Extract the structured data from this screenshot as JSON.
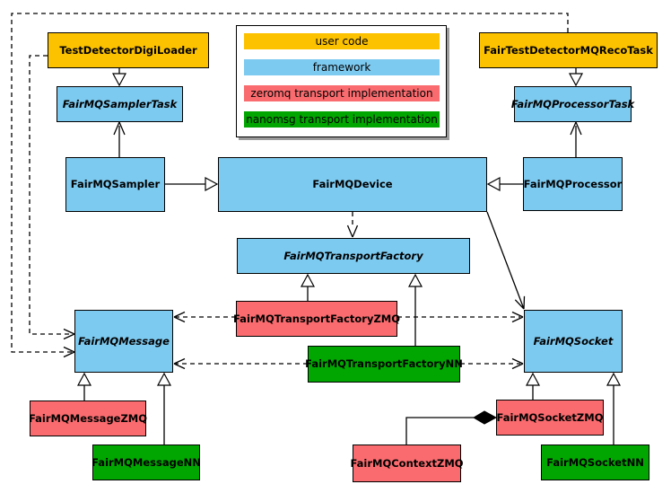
{
  "colors": {
    "user_code": "#FCC200",
    "framework": "#7DCAF0",
    "zeromq": "#F96B6E",
    "nanomsg": "#01A601"
  },
  "legend": {
    "items": [
      {
        "label": "user code",
        "color": "#FCC200"
      },
      {
        "label": "framework",
        "color": "#7DCAF0"
      },
      {
        "label": "zeromq transport implementation",
        "color": "#F96B6E"
      },
      {
        "label": "nanomsg transport implementation",
        "color": "#01A601"
      }
    ]
  },
  "nodes": {
    "digiLoader": {
      "label": "TestDetectorDigiLoader",
      "category": "user code"
    },
    "recoTask": {
      "label": "FairTestDetectorMQRecoTask",
      "category": "user code"
    },
    "samplerTask": {
      "label": "FairMQSamplerTask",
      "category": "framework",
      "abstract": true
    },
    "processorTask": {
      "label": "FairMQProcessorTask",
      "category": "framework",
      "abstract": true
    },
    "sampler": {
      "label": "FairMQSampler",
      "category": "framework"
    },
    "device": {
      "label": "FairMQDevice",
      "category": "framework"
    },
    "processor": {
      "label": "FairMQProcessor",
      "category": "framework"
    },
    "transportFactory": {
      "label": "FairMQTransportFactory",
      "category": "framework",
      "abstract": true
    },
    "transportFactoryZMQ": {
      "label": "FairMQTransportFactoryZMQ",
      "category": "zeromq"
    },
    "transportFactoryNN": {
      "label": "FairMQTransportFactoryNN",
      "category": "nanomsg"
    },
    "message": {
      "label": "FairMQMessage",
      "category": "framework",
      "abstract": true
    },
    "socket": {
      "label": "FairMQSocket",
      "category": "framework",
      "abstract": true
    },
    "messageZMQ": {
      "label": "FairMQMessageZMQ",
      "category": "zeromq"
    },
    "messageNN": {
      "label": "FairMQMessageNN",
      "category": "nanomsg"
    },
    "socketZMQ": {
      "label": "FairMQSocketZMQ",
      "category": "zeromq"
    },
    "socketNN": {
      "label": "FairMQSocketNN",
      "category": "nanomsg"
    },
    "contextZMQ": {
      "label": "FairMQContextZMQ",
      "category": "zeromq"
    }
  },
  "relationships": [
    {
      "from": "TestDetectorDigiLoader",
      "to": "FairMQSamplerTask",
      "type": "inheritance"
    },
    {
      "from": "FairTestDetectorMQRecoTask",
      "to": "FairMQProcessorTask",
      "type": "inheritance"
    },
    {
      "from": "FairMQSampler",
      "to": "FairMQDevice",
      "type": "inheritance"
    },
    {
      "from": "FairMQProcessor",
      "to": "FairMQDevice",
      "type": "inheritance"
    },
    {
      "from": "FairMQSampler",
      "to": "FairMQSamplerTask",
      "type": "association"
    },
    {
      "from": "FairMQProcessor",
      "to": "FairMQProcessorTask",
      "type": "association"
    },
    {
      "from": "FairMQDevice",
      "to": "FairMQSocket",
      "type": "association"
    },
    {
      "from": "FairMQDevice",
      "to": "FairMQTransportFactory",
      "type": "dependency"
    },
    {
      "from": "FairMQTransportFactoryZMQ",
      "to": "FairMQTransportFactory",
      "type": "inheritance"
    },
    {
      "from": "FairMQTransportFactoryNN",
      "to": "FairMQTransportFactory",
      "type": "inheritance"
    },
    {
      "from": "FairMQTransportFactoryZMQ",
      "to": "FairMQMessage",
      "type": "dependency"
    },
    {
      "from": "FairMQTransportFactoryZMQ",
      "to": "FairMQSocket",
      "type": "dependency"
    },
    {
      "from": "FairMQTransportFactoryNN",
      "to": "FairMQMessage",
      "type": "dependency"
    },
    {
      "from": "FairMQTransportFactoryNN",
      "to": "FairMQSocket",
      "type": "dependency"
    },
    {
      "from": "TestDetectorDigiLoader",
      "to": "FairMQMessage",
      "type": "dependency"
    },
    {
      "from": "FairTestDetectorMQRecoTask",
      "to": "FairMQMessage",
      "type": "dependency"
    },
    {
      "from": "FairMQMessageZMQ",
      "to": "FairMQMessage",
      "type": "inheritance"
    },
    {
      "from": "FairMQMessageNN",
      "to": "FairMQMessage",
      "type": "inheritance"
    },
    {
      "from": "FairMQSocketZMQ",
      "to": "FairMQSocket",
      "type": "inheritance"
    },
    {
      "from": "FairMQSocketNN",
      "to": "FairMQSocket",
      "type": "inheritance"
    },
    {
      "from": "FairMQContextZMQ",
      "to": "FairMQSocketZMQ",
      "type": "composition"
    }
  ]
}
